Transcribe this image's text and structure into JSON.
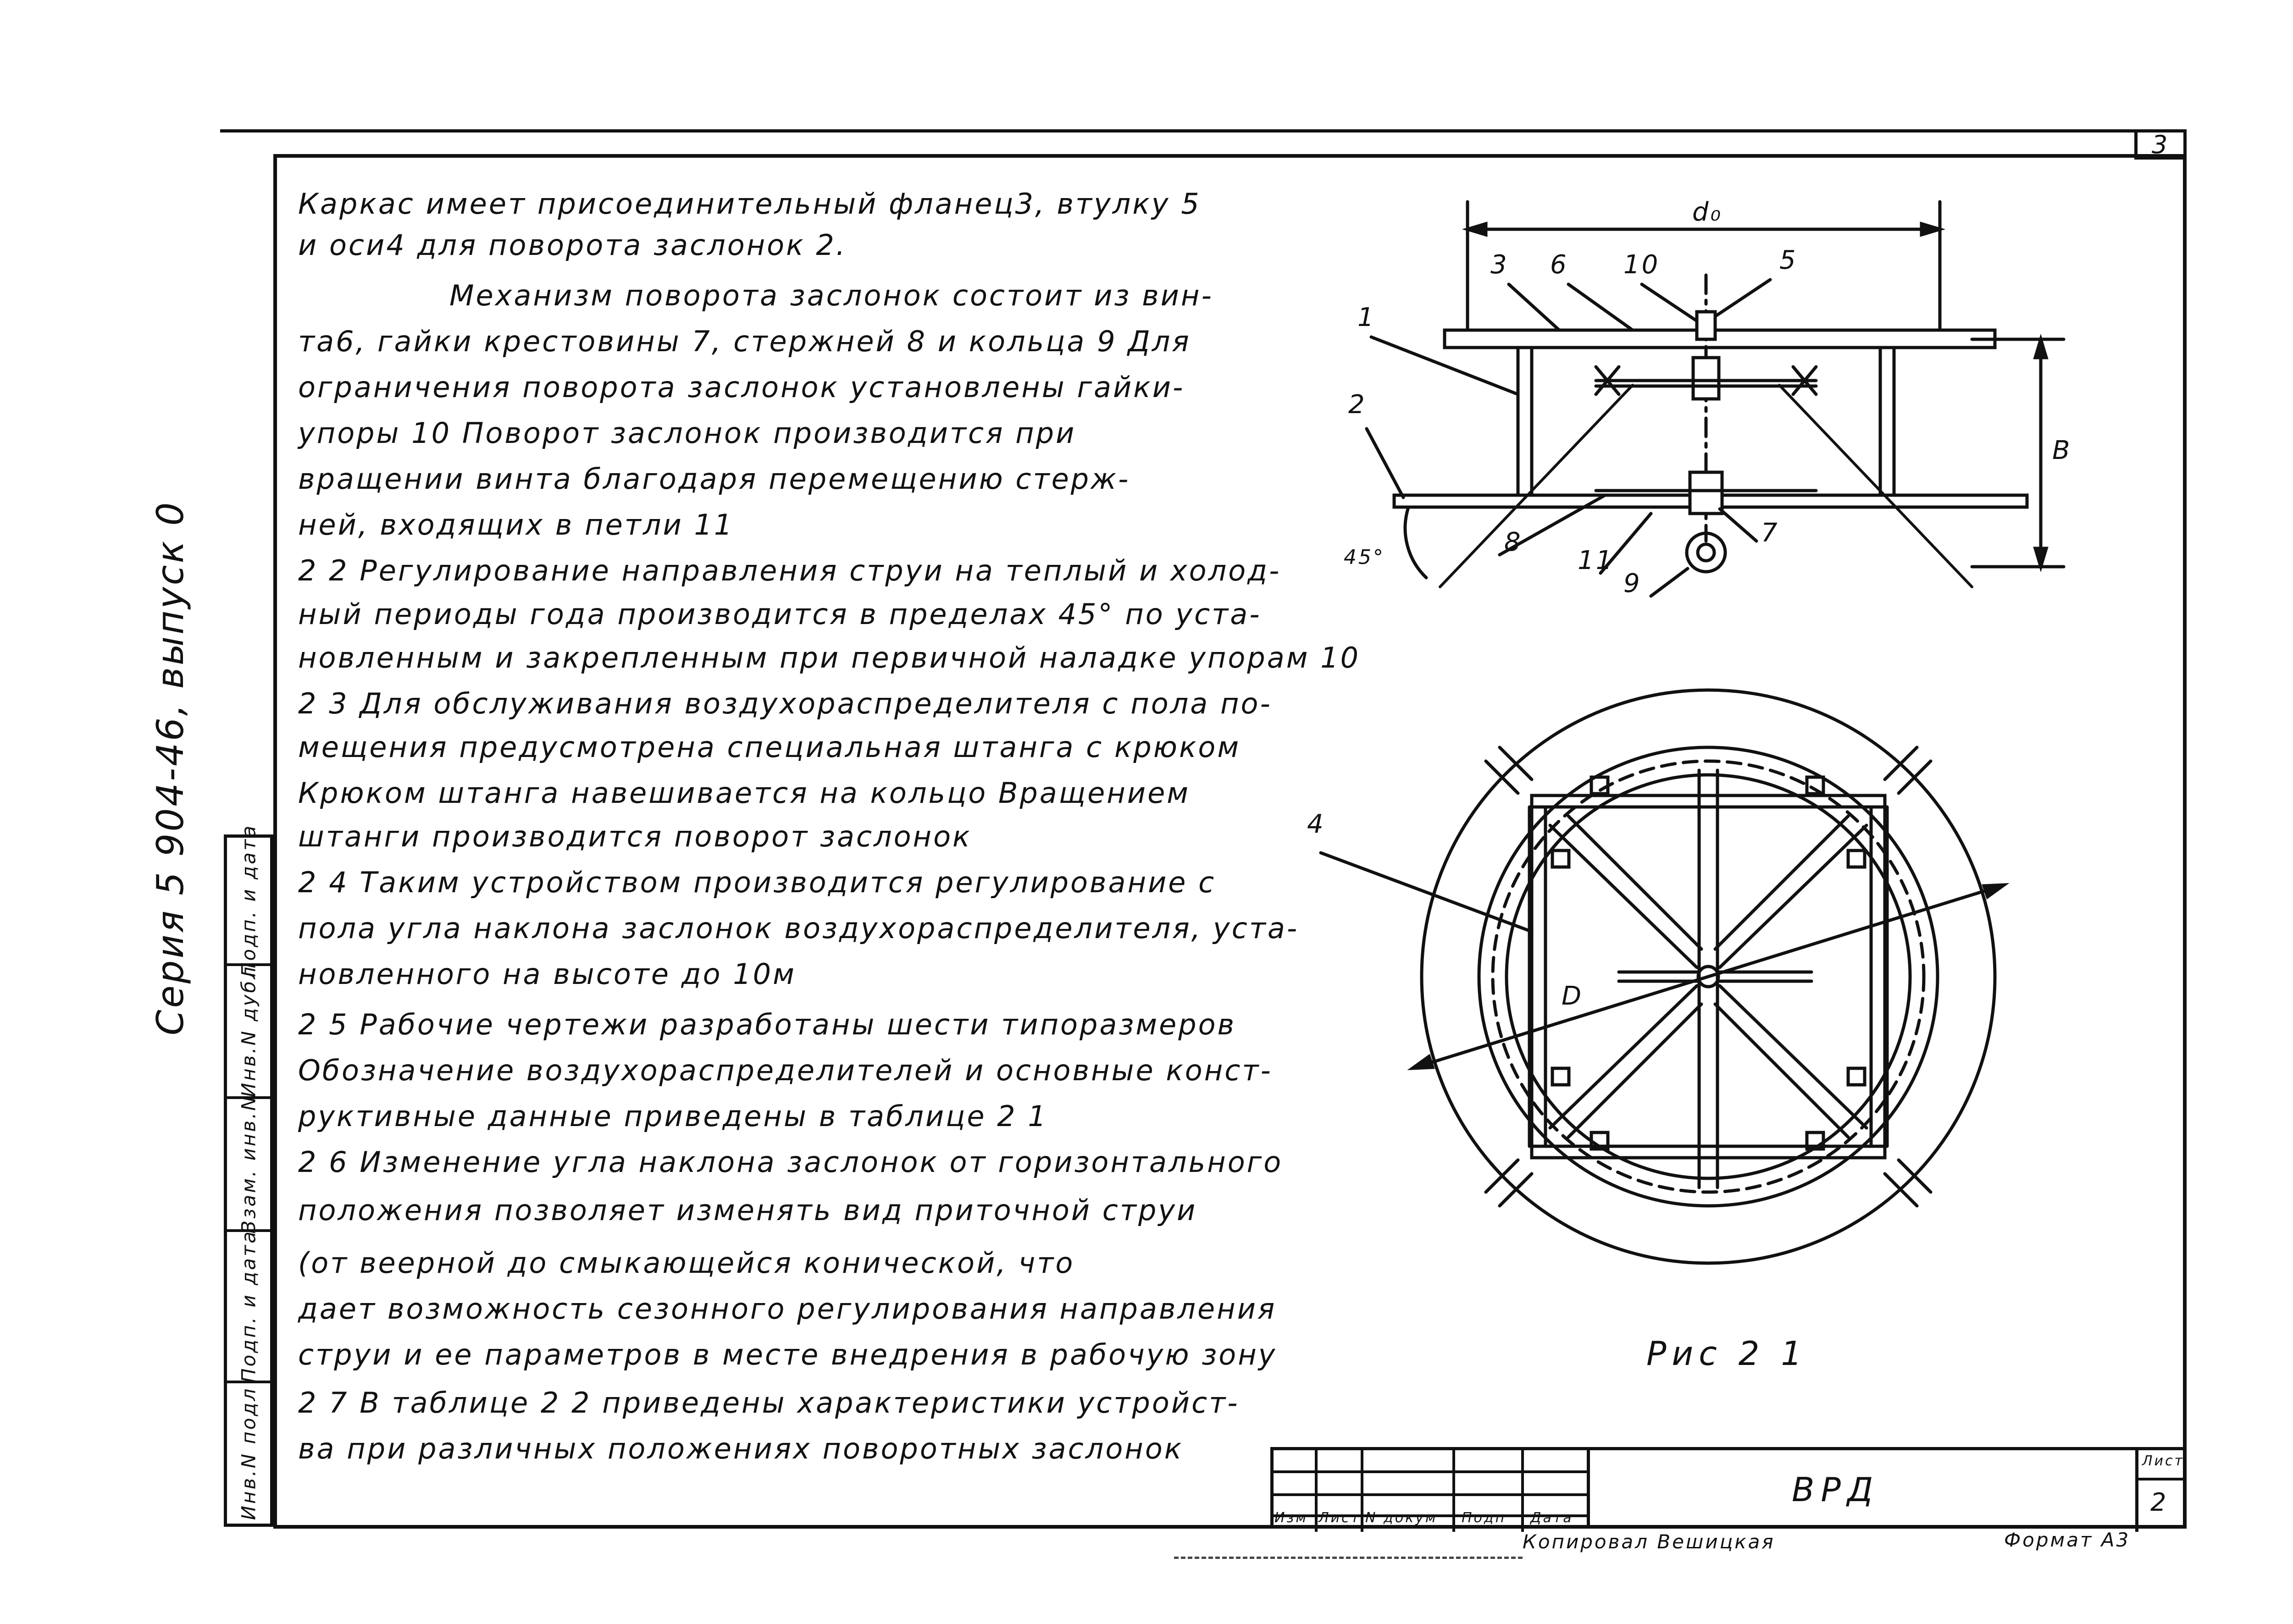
{
  "header": {
    "sheet_number": "3"
  },
  "series_label": "Серия 5 904-46,   выпуск 0",
  "side_stamp": [
    "Инв.N подл",
    "Подп. и дата",
    "Взам. инв.N",
    "Инв.N дубл",
    "Подп. и дата"
  ],
  "body_lines": [
    "Каркас имеет присоединительный фланец3, втулку 5",
    "и оси4 для поворота заслонок 2.",
    "Механизм поворота заслонок состоит из вин-",
    "та6, гайки крестовины 7, стержней 8 и кольца 9 Для",
    "ограничения поворота заслонок установлены гайки-",
    "упоры 10 Поворот заслонок производится при",
    "вращении винта благодаря перемещению стерж-",
    "ней, входящих в петли 11",
    "2 2 Регулирование направления струи на теплый и холод-",
    "ный периоды года производится в пределах 45° по уста-",
    "новленным и закрепленным при первичной наладке упорам 10",
    "2 3 Для обслуживания воздухораспределителя с пола по-",
    "мещения предусмотрена специальная штанга с крюком",
    "Крюком штанга навешивается на кольцо Вращением",
    "штанги производится поворот заслонок",
    "2 4 Таким устройством производится регулирование с",
    "пола угла наклона заслонок воздухораспределителя, уста-",
    "новленного на высоте до 10м",
    "2 5 Рабочие чертежи разработаны шести типоразмеров",
    "Обозначение воздухораспределителей и основные конст-",
    "руктивные данные приведены в таблице 2 1",
    "2 6 Изменение угла наклона заслонок от горизонтального",
    "положения позволяет изменять вид приточной струи",
    "(от веерной до смыкающейся конической, что",
    "дает возможность сезонного регулирования направления",
    "струи и ее параметров в месте внедрения в рабочую зону",
    "2 7 В таблице 2 2 приведены характеристики устройст-",
    "ва при различных положениях поворотных заслонок"
  ],
  "figure": {
    "caption": "Рис 2 1",
    "dim_d": "d₀",
    "dim_B": "B",
    "dim_D": "D",
    "angle": "45°",
    "callouts": [
      "1",
      "2",
      "3",
      "6",
      "10",
      "5",
      "8",
      "11",
      "7",
      "9",
      "4"
    ]
  },
  "title_block": {
    "headers": [
      "Изм",
      "Лист",
      "N докум",
      "Подп",
      "Дата"
    ],
    "code": "ВРД",
    "sheet_label": "Лист",
    "sheet_no": "2",
    "copied_by": "Копировал   Вешицкая",
    "format": "Формат А3"
  }
}
